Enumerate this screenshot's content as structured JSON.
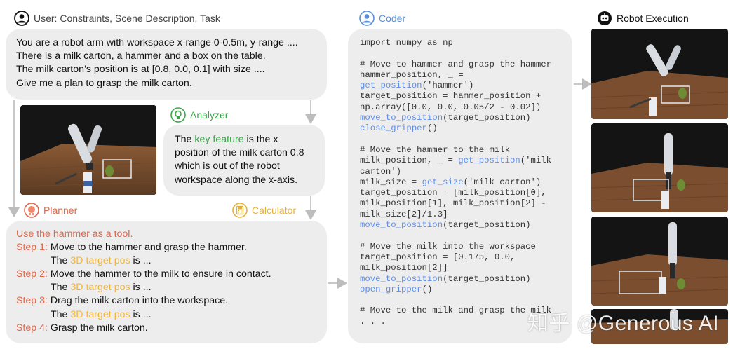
{
  "user": {
    "header": "User: Constraints, Scene Description, Task",
    "lines": [
      "You are a robot arm with workspace x-range 0-0.5m, y-range ....",
      "There is a milk carton, a hammer and a box on the table.",
      "The milk carton’s position is at [0.8, 0.0, 0.1] with size ....",
      "Give me a plan to grasp the milk carton."
    ]
  },
  "analyzer": {
    "header": "Analyzer",
    "pre": "The ",
    "highlight": "key feature",
    "post": " is the x",
    "lines": [
      "position of the milk carton 0.8",
      "which is out of the robot",
      "workspace along the x-axis."
    ]
  },
  "planner": {
    "header": "Planner",
    "intro": "Use the hammer as a tool.",
    "steps": [
      {
        "label": "Step 1:",
        "text": "Move to the hammer and grasp the hammer."
      },
      {
        "label": "Step 2:",
        "text": "Move the hammer to the milk to ensure in contact."
      },
      {
        "label": "Step 3:",
        "text": "Drag the milk carton into the workspace."
      },
      {
        "label": "Step 4:",
        "text": "Grasp the milk carton."
      }
    ],
    "target_pre": "The ",
    "target_highlight": "3D target pos",
    "target_post": " is ..."
  },
  "calculator": {
    "header": "Calculator"
  },
  "coder": {
    "header": "Coder",
    "code": [
      [
        [
          "t",
          "import numpy as np"
        ]
      ],
      [],
      [
        [
          "t",
          "# Move to hammer and grasp the hammer"
        ]
      ],
      [
        [
          "t",
          "hammer_position, _ ="
        ]
      ],
      [
        [
          "f",
          "get_position"
        ],
        [
          "t",
          "('hammer')"
        ]
      ],
      [
        [
          "t",
          "target_position = hammer_position +"
        ]
      ],
      [
        [
          "t",
          "np.array([0.0, 0.0, 0.05/2 - 0.02])"
        ]
      ],
      [
        [
          "f",
          "move_to_position"
        ],
        [
          "t",
          "(target_position)"
        ]
      ],
      [
        [
          "f",
          "close_gripper"
        ],
        [
          "t",
          "()"
        ]
      ],
      [],
      [
        [
          "t",
          "# Move the hammer to the milk"
        ]
      ],
      [
        [
          "t",
          "milk_position, _ = "
        ],
        [
          "f",
          "get_position"
        ],
        [
          "t",
          "('milk"
        ]
      ],
      [
        [
          "t",
          "carton')"
        ]
      ],
      [
        [
          "t",
          "milk_size = "
        ],
        [
          "f",
          "get_size"
        ],
        [
          "t",
          "('milk carton')"
        ]
      ],
      [
        [
          "t",
          "target_position = [milk_position[0],"
        ]
      ],
      [
        [
          "t",
          "milk_position[1], milk_position[2] -"
        ]
      ],
      [
        [
          "t",
          "milk_size[2]/1.3]"
        ]
      ],
      [
        [
          "f",
          "move_to_position"
        ],
        [
          "t",
          "(target_position)"
        ]
      ],
      [],
      [
        [
          "t",
          "# Move the milk into the workspace"
        ]
      ],
      [
        [
          "t",
          "target_position = [0.175, 0.0,"
        ]
      ],
      [
        [
          "t",
          "milk_position[2]]"
        ]
      ],
      [
        [
          "f",
          "move_to_position"
        ],
        [
          "t",
          "(target_position)"
        ]
      ],
      [
        [
          "f",
          "open_gripper"
        ],
        [
          "t",
          "()"
        ]
      ],
      [],
      [
        [
          "t",
          "# Move to the milk and grasp the milk"
        ]
      ],
      [
        [
          "t",
          ". . ."
        ]
      ]
    ]
  },
  "robot": {
    "header": "Robot Execution"
  },
  "watermark": "知乎 @Generous AI",
  "colors": {
    "panel": "#ededed",
    "key_feature": "#3aa54a",
    "step_label": "#e0664a",
    "target_pos": "#f2b53a",
    "code_function": "#5f8ee8",
    "analyzer_icon": "#3aa54a",
    "planner_icon": "#e0664a",
    "calculator_icon": "#e4b23a",
    "coder_icon": "#5a8fd8"
  }
}
